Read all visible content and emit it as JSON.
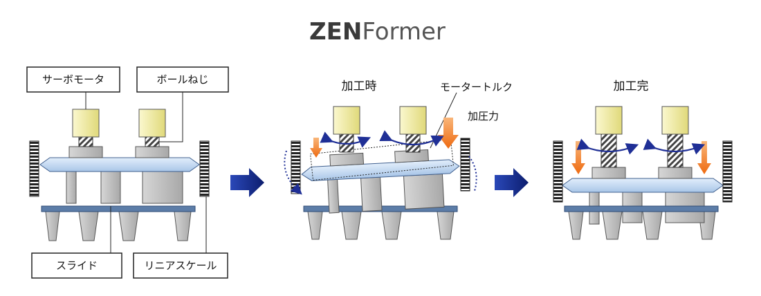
{
  "title": {
    "bold": "ZEN",
    "regular": "Former"
  },
  "panel1": {
    "servo_motor_label": "サーボモータ",
    "ball_screw_label": "ボールねじ",
    "slide_label": "スライド",
    "linear_scale_label": "リニアスケール"
  },
  "panel2": {
    "heading": "加工時",
    "motor_torque_label": "モータートルク",
    "pressing_force_label": "加圧力"
  },
  "panel3": {
    "heading": "加工完"
  },
  "colors": {
    "motor": "#f0eb9c",
    "slide": "#c9ddf3",
    "gray": "#bcbcbc",
    "scale": "#222222",
    "force_arrow": "#f07c1e",
    "process_arrow": "#1a2f8c",
    "torque_arrow": "#1f2f96",
    "base_plate": "#5c7da8"
  }
}
